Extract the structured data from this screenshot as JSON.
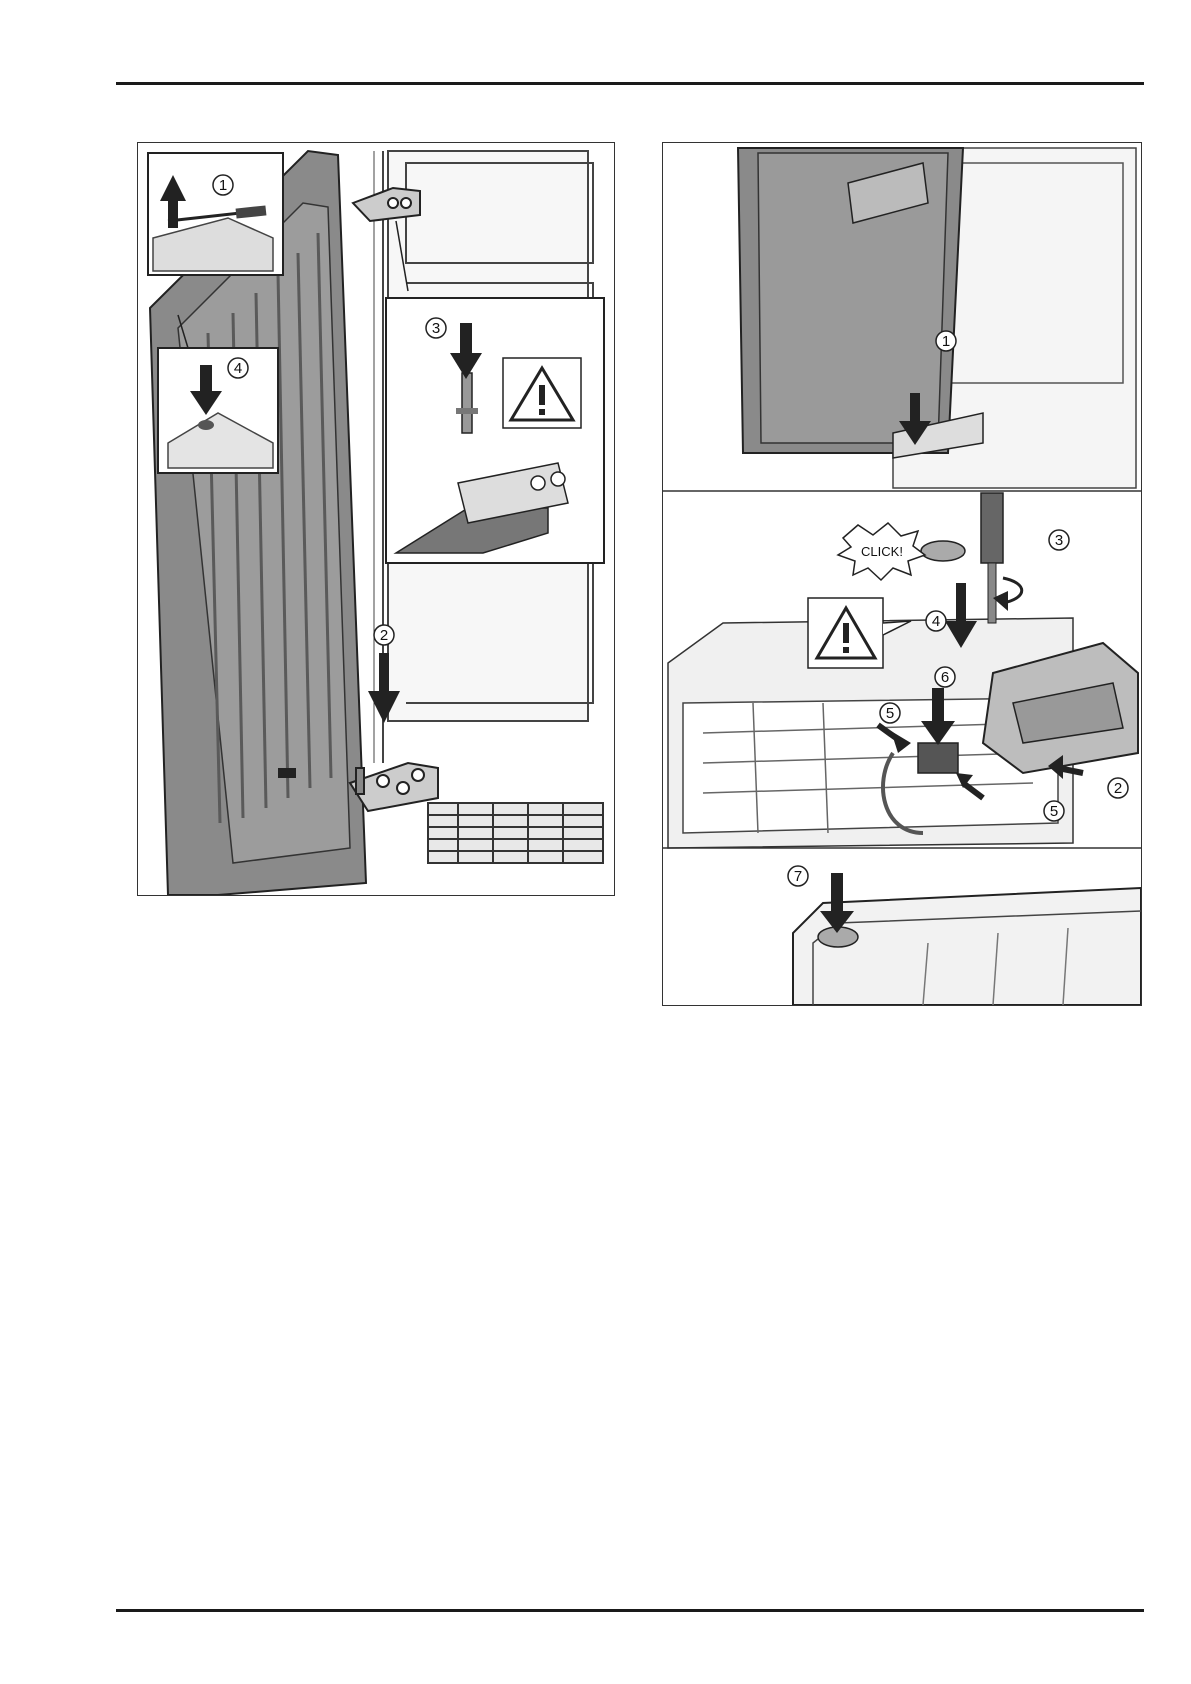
{
  "figure_left": {
    "callouts": [
      "1",
      "2",
      "3",
      "4"
    ]
  },
  "figure_right": {
    "callouts": [
      "1",
      "2",
      "3",
      "4",
      "5",
      "5",
      "6",
      "7"
    ],
    "click_text": "CLICK!"
  }
}
